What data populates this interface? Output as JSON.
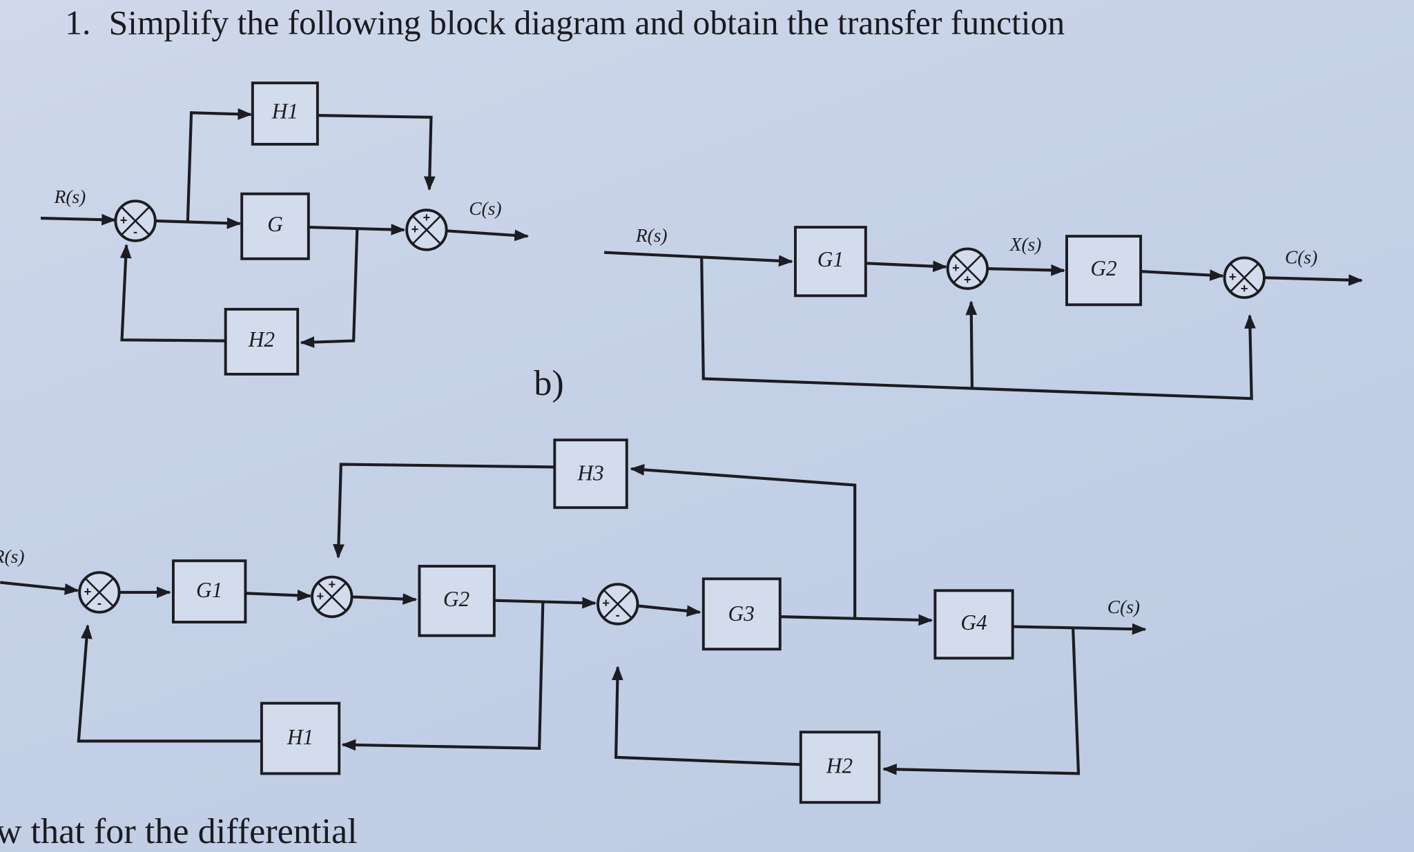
{
  "question": {
    "number": "1.",
    "text": "Simplify the following block diagram and obtain the transfer function"
  },
  "diagram_a": {
    "input": "R(s)",
    "output": "C(s)",
    "blocks": {
      "h1": "H1",
      "g": "G",
      "h2": "H2"
    },
    "sum1_signs": {
      "left": "+",
      "bottom": "-"
    },
    "sum2_signs": {
      "left": "+",
      "top": "+"
    }
  },
  "diagram_b": {
    "part_label": "b)",
    "input": "R(s)",
    "intermediate": "X(s)",
    "output": "C(s)",
    "blocks": {
      "g1": "G1",
      "g2": "G2"
    },
    "sum1_signs": {
      "left": "+",
      "bottom": "+"
    },
    "sum2_signs": {
      "left": "+",
      "bottom": "+"
    }
  },
  "diagram_c": {
    "input": "R(s)",
    "output": "C(s)",
    "blocks": {
      "g1": "G1",
      "g2": "G2",
      "g3": "G3",
      "g4": "G4",
      "h1": "H1",
      "h2": "H2",
      "h3": "H3"
    },
    "sum1_signs": {
      "left": "+",
      "bottom": "-"
    },
    "sum2_signs": {
      "left": "+",
      "top": "+"
    },
    "sum3_signs": {
      "left": "+",
      "bottom": "-"
    }
  },
  "footer_text": "w that for the differential"
}
